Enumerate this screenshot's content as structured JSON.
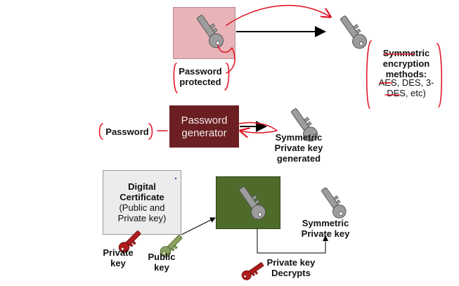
{
  "colors": {
    "protected_box": "#e8b4b8",
    "generator_box": "#6b1f22",
    "digital_box": "#ececec",
    "green_box": "#4e6b2b",
    "grey_key": "#9c9c9c",
    "red_key": "#b01c1c",
    "green_key": "#8aa060",
    "annotation": "#e0182a",
    "arrow": "#000000"
  },
  "top": {
    "protected_label": "Password\nprotected",
    "methods_label": "Symmetric\nencryption\nmethods:",
    "methods_detail": "AES, DES, 3-\nDES, etc)"
  },
  "middle": {
    "password_label": "Password",
    "generator_label": "Password\ngenerator",
    "generated_label": "Symmetric\nPrivate key\ngenerated"
  },
  "bottom": {
    "certificate_title": "Digital\nCertificate",
    "certificate_detail": "(Public and\nPrivate key)",
    "private_key_label": "Private\nkey",
    "public_key_label": "Public\nkey",
    "symmetric_key_label": "Symmetric\nPrivate key",
    "decrypts_label": "Private key\nDecrypts"
  },
  "icons": {
    "key": "key-icon"
  }
}
